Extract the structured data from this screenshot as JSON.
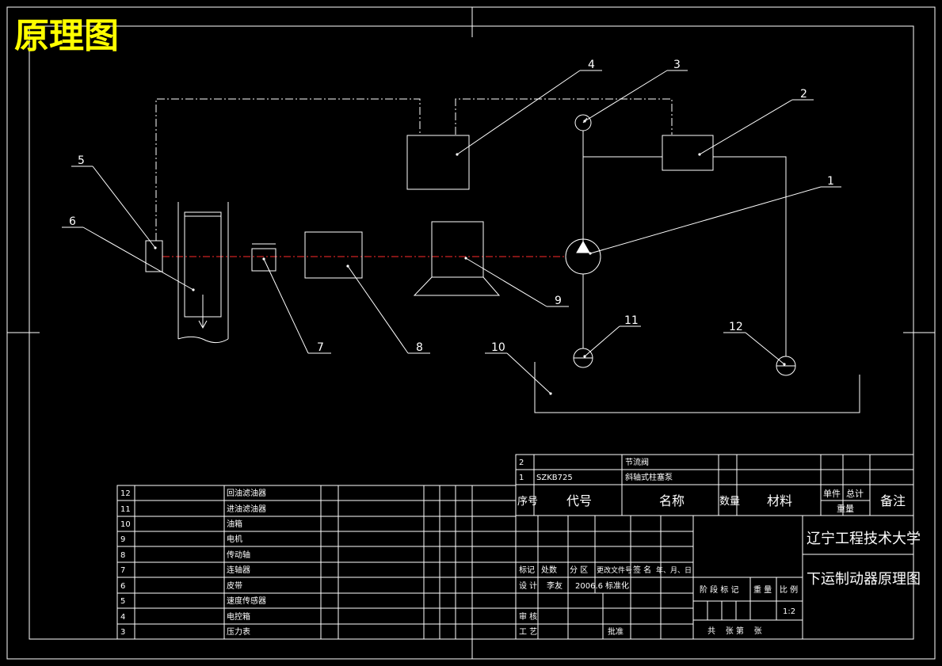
{
  "page_title": "原理图",
  "colors": {
    "background": "#000000",
    "line": "#ffffff",
    "title": "#ffff00",
    "shaft": "#ff2a2a"
  },
  "callouts": [
    "1",
    "2",
    "3",
    "4",
    "5",
    "6",
    "7",
    "8",
    "9",
    "10",
    "11",
    "12"
  ],
  "parts_list": [
    {
      "no": "12",
      "name": "回油滤油器"
    },
    {
      "no": "11",
      "name": "进油滤油器"
    },
    {
      "no": "10",
      "name": "油箱"
    },
    {
      "no": "9",
      "name": "电机"
    },
    {
      "no": "8",
      "name": "传动轴"
    },
    {
      "no": "7",
      "name": "连轴器"
    },
    {
      "no": "6",
      "name": "皮带"
    },
    {
      "no": "5",
      "name": "速度传感器"
    },
    {
      "no": "4",
      "name": "电控箱"
    },
    {
      "no": "3",
      "name": "压力表"
    }
  ],
  "upper_parts": [
    {
      "no": "2",
      "code": "",
      "name": "节流阀"
    },
    {
      "no": "1",
      "code": "SZKB725",
      "name": "斜轴式柱塞泵"
    }
  ],
  "header": {
    "seq": "序号",
    "code": "代号",
    "name": "名称",
    "qty": "数量",
    "material": "材料",
    "unit": "单件",
    "total": "总计",
    "weight": "重量",
    "remark": "备注"
  },
  "revision": {
    "mark": "标记",
    "count": "处数",
    "zone": "分 区",
    "doc": "更改文件号",
    "sign": "签 名",
    "date": "年、月、日"
  },
  "signoff": {
    "design": "设 计",
    "designer": "李友",
    "date": "2006.6",
    "standard": "标准化",
    "review": "审 核",
    "process": "工 艺",
    "approve": "批准"
  },
  "stage": {
    "label": "阶 段 标 记",
    "weight": "重 量",
    "scale_label": "比 例",
    "scale": "1:2",
    "sheets": "共    张 第    张"
  },
  "school": "辽宁工程技术大学",
  "drawing_title": "下运制动器原理图"
}
